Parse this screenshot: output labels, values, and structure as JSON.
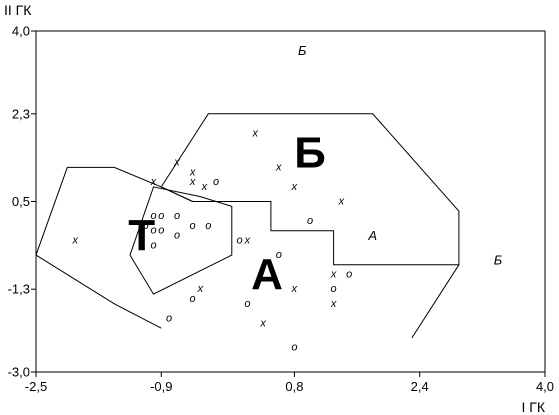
{
  "chart_data": {
    "type": "scatter",
    "title": "",
    "xlabel": "I ГК",
    "ylabel": "II ГК",
    "xlim": [
      -2.5,
      4.0
    ],
    "ylim": [
      -3.0,
      4.0
    ],
    "x_ticks": [
      "-2,5",
      "-0,9",
      "0,8",
      "2,4",
      "4,0"
    ],
    "x_tick_values": [
      -2.5,
      -0.9,
      0.8,
      2.4,
      4.0
    ],
    "y_ticks": [
      "4,0",
      "2,3",
      "0,5",
      "-1,3",
      "-3,0"
    ],
    "y_tick_values": [
      4.0,
      2.3,
      0.5,
      -1.3,
      -3.0
    ],
    "grid": false,
    "series": [
      {
        "marker": "x",
        "points": [
          [
            -2.0,
            -0.3
          ],
          [
            -1.0,
            0.9
          ],
          [
            -0.7,
            1.3
          ],
          [
            -0.5,
            1.1
          ],
          [
            -0.5,
            0.9
          ],
          [
            -0.35,
            0.8
          ],
          [
            0.3,
            1.9
          ],
          [
            0.6,
            1.2
          ],
          [
            0.8,
            0.8
          ],
          [
            1.4,
            0.5
          ],
          [
            0.2,
            -0.3
          ],
          [
            -0.4,
            -1.3
          ],
          [
            0.8,
            -1.3
          ],
          [
            0.4,
            -2.0
          ],
          [
            1.3,
            -1.0
          ],
          [
            1.3,
            -1.6
          ]
        ]
      },
      {
        "marker": "o",
        "points": [
          [
            -0.2,
            0.9
          ],
          [
            -1.0,
            0.2
          ],
          [
            -0.9,
            0.2
          ],
          [
            -0.7,
            0.2
          ],
          [
            -1.0,
            -0.1
          ],
          [
            -1.1,
            0.0
          ],
          [
            -0.9,
            -0.1
          ],
          [
            -0.5,
            -0.0
          ],
          [
            -0.3,
            -0.0
          ],
          [
            -0.7,
            -0.2
          ],
          [
            0.1,
            -0.3
          ],
          [
            -1.0,
            -0.4
          ],
          [
            1.0,
            0.1
          ],
          [
            0.6,
            -0.6
          ],
          [
            1.5,
            -1.0
          ],
          [
            1.3,
            -1.3
          ],
          [
            -0.5,
            -1.5
          ],
          [
            -0.8,
            -1.9
          ],
          [
            0.2,
            -1.6
          ],
          [
            0.8,
            -2.5
          ]
        ]
      }
    ],
    "regions": [
      {
        "label": "Т",
        "outline": [
          [
            -1.3,
            -0.6
          ],
          [
            -1.0,
            0.8
          ],
          [
            -0.4,
            0.6
          ],
          [
            0.0,
            0.4
          ],
          [
            0.0,
            -0.6
          ],
          [
            -1.0,
            -1.4
          ]
        ]
      },
      {
        "label": "Б",
        "outline": [
          [
            -0.9,
            0.8
          ],
          [
            -0.3,
            2.3
          ],
          [
            1.8,
            2.3
          ],
          [
            2.9,
            0.3
          ],
          [
            2.9,
            -0.8
          ],
          [
            1.3,
            -0.8
          ],
          [
            1.3,
            -0.1
          ],
          [
            0.5,
            -0.1
          ],
          [
            0.5,
            0.5
          ],
          [
            0.0,
            0.5
          ],
          [
            -0.5,
            0.5
          ]
        ]
      },
      {
        "label": "",
        "outline": [
          [
            -2.5,
            -0.6
          ],
          [
            -2.1,
            1.2
          ],
          [
            -1.5,
            1.2
          ],
          [
            -0.9,
            0.8
          ],
          [
            -0.5,
            0.5
          ]
        ]
      },
      {
        "label": "",
        "outline": [
          [
            -2.5,
            -0.6
          ],
          [
            -1.5,
            -1.6
          ],
          [
            -0.9,
            -2.1
          ]
        ]
      },
      {
        "label": "",
        "outline": [
          [
            2.9,
            -0.8
          ],
          [
            2.3,
            -2.3
          ]
        ]
      }
    ],
    "region_labels": [
      {
        "text": "Т",
        "x": -1.15,
        "y": -0.2,
        "size": "large"
      },
      {
        "text": "Б",
        "x": 1.0,
        "y": 1.5,
        "size": "large"
      },
      {
        "text": "А",
        "x": 0.45,
        "y": -1.0,
        "size": "large"
      },
      {
        "text": "Б",
        "x": 0.9,
        "y": 3.6,
        "size": "small"
      },
      {
        "text": "А",
        "x": 1.8,
        "y": -0.2,
        "size": "small"
      },
      {
        "text": "Б",
        "x": 3.4,
        "y": -0.7,
        "size": "small"
      }
    ]
  }
}
